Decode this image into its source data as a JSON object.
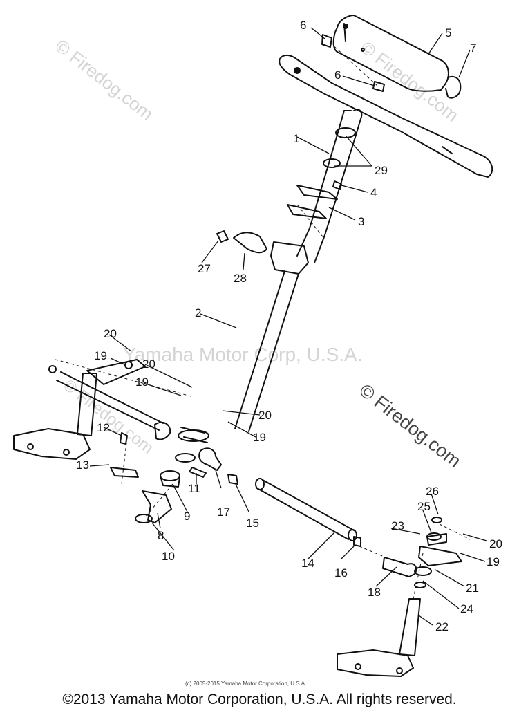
{
  "watermarks": {
    "firedog": "© Firedog.com",
    "yamaha": "Yamaha Motor Corp, U.S.A."
  },
  "credit_small": "(c) 2005-2015 Yamaha Motor Corporation, U.S.A.",
  "copyright": "©2013 Yamaha Motor Corporation, U.S.A. All rights reserved.",
  "part_labels": {
    "p1": "1",
    "p2": "2",
    "p3": "3",
    "p4": "4",
    "p5": "5",
    "p6a": "6",
    "p6b": "6",
    "p7": "7",
    "p8": "8",
    "p9": "9",
    "p10": "10",
    "p11": "11",
    "p12": "12",
    "p13": "13",
    "p14": "14",
    "p15": "15",
    "p16": "16",
    "p17": "17",
    "p18": "18",
    "p19a": "19",
    "p19b": "19",
    "p19c": "19",
    "p19d": "19",
    "p20a": "20",
    "p20b": "20",
    "p20c": "20",
    "p20d": "20",
    "p21": "21",
    "p22": "22",
    "p23": "23",
    "p24": "24",
    "p25": "25",
    "p26": "26",
    "p27": "27",
    "p28": "28",
    "p29": "29"
  },
  "colors": {
    "ink": "#111111",
    "watermark": "#d4d4d4"
  }
}
